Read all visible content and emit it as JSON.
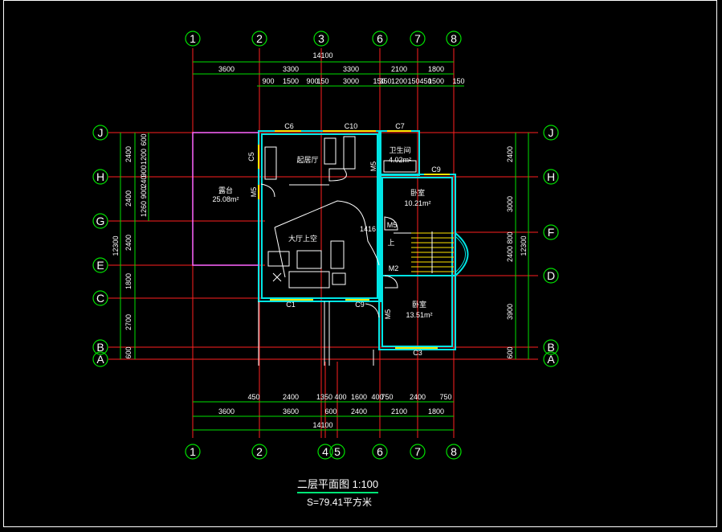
{
  "colors": {
    "background": "#000000",
    "grid": "#ff2020",
    "dimension": "#00e000",
    "wall": "#00e5e5",
    "window": "#ffe600",
    "furniture": "#ffffff",
    "balcony": "#ff66ff"
  },
  "axes_top": [
    "1",
    "2",
    "3",
    "6",
    "7",
    "8"
  ],
  "axes_bottom": [
    "1",
    "2",
    "4",
    "5",
    "6",
    "7",
    "8"
  ],
  "axes_left": [
    "J",
    "H",
    "G",
    "E",
    "C",
    "B",
    "A"
  ],
  "axes_right": [
    "J",
    "H",
    "F",
    "D",
    "B",
    "A"
  ],
  "dims": {
    "top_total": "14100",
    "top_row1": [
      "3600",
      "3300",
      "3300",
      "2100",
      "1800"
    ],
    "top_row2": [
      "900",
      "1500",
      "900",
      "150",
      "3000",
      "150",
      "350",
      "1200",
      "150",
      "450",
      "1500",
      "150"
    ],
    "bottom_row1": [
      "450",
      "2400",
      "1350",
      "400",
      "1600",
      "400",
      "750",
      "2400",
      "750"
    ],
    "bottom_row2": [
      "3600",
      "3600",
      "600",
      "2400",
      "2100",
      "1800"
    ],
    "bottom_total": "14100",
    "left_row1": [
      "2400",
      "2400",
      "2400",
      "1800",
      "2700",
      "600"
    ],
    "left_row2": [
      "600",
      "1200",
      "900",
      "240",
      "900",
      "1260"
    ],
    "left_total": "12300",
    "right_row1": [
      "2400",
      "3000",
      "800",
      "2400",
      "3900",
      "600"
    ],
    "right_total": "12300"
  },
  "rooms": {
    "balcony_name": "露台",
    "balcony_area": "25.08m²",
    "living_name": "起居厅",
    "bath_name": "卫生间",
    "bath_area": "4.02m²",
    "bed1_name": "卧室",
    "bed1_area": "10.21m²",
    "hall_name": "大厅上空",
    "bed2_name": "卧室",
    "bed2_area": "13.51m²",
    "stair_up": "上",
    "stair_dim": "1416"
  },
  "windows": [
    "C6",
    "C10",
    "C7",
    "C9",
    "C5",
    "C1",
    "C9",
    "C3"
  ],
  "doors": [
    "M5",
    "M5",
    "M5",
    "M2",
    "M5"
  ],
  "caption": {
    "title": "二层平面图 1:100",
    "area": "S=79.41平方米"
  }
}
